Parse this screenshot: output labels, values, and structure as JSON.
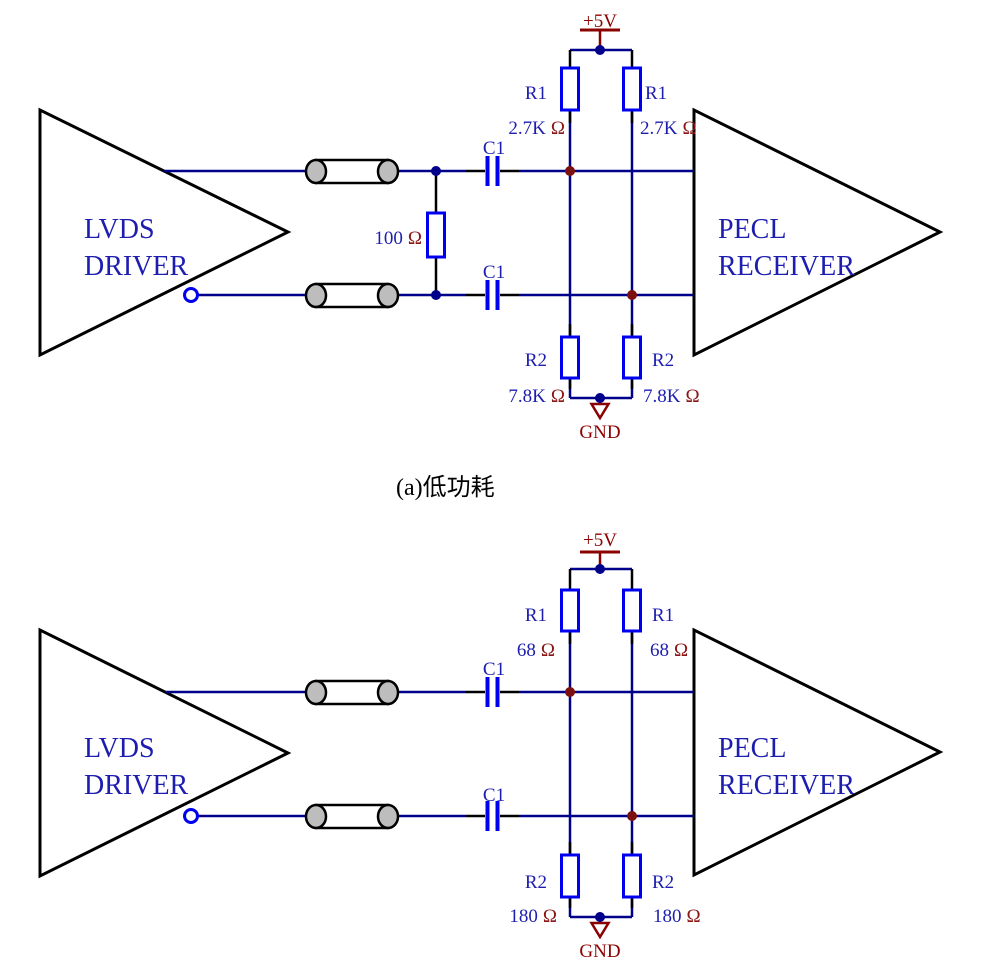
{
  "colors": {
    "wire": "#00008b",
    "component_outline": "#0000f0",
    "label_blue": "#1d1db0",
    "power_red": "#8b0000",
    "ohm_red": "#8b1515",
    "junction_red": "#7c0f0f",
    "cylinder_gray": "#bdbdbd"
  },
  "circuits": [
    {
      "caption": "(a)低功耗",
      "driver": [
        "LVDS",
        "DRIVER"
      ],
      "receiver": [
        "PECL",
        "RECEIVER"
      ],
      "supply": "+5V",
      "ground": "GND",
      "r1_ref": "R1",
      "r1_value": "2.7K",
      "r2_ref": "R2",
      "r2_value": "7.8K",
      "cap_ref": "C1",
      "termination_value": "100",
      "ohm": "Ω"
    },
    {
      "driver": [
        "LVDS",
        "DRIVER"
      ],
      "receiver": [
        "PECL",
        "RECEIVER"
      ],
      "supply": "+5V",
      "ground": "GND",
      "r1_ref": "R1",
      "r1_value": "68",
      "r2_ref": "R2",
      "r2_value": "180",
      "cap_ref": "C1",
      "ohm": "Ω"
    }
  ]
}
